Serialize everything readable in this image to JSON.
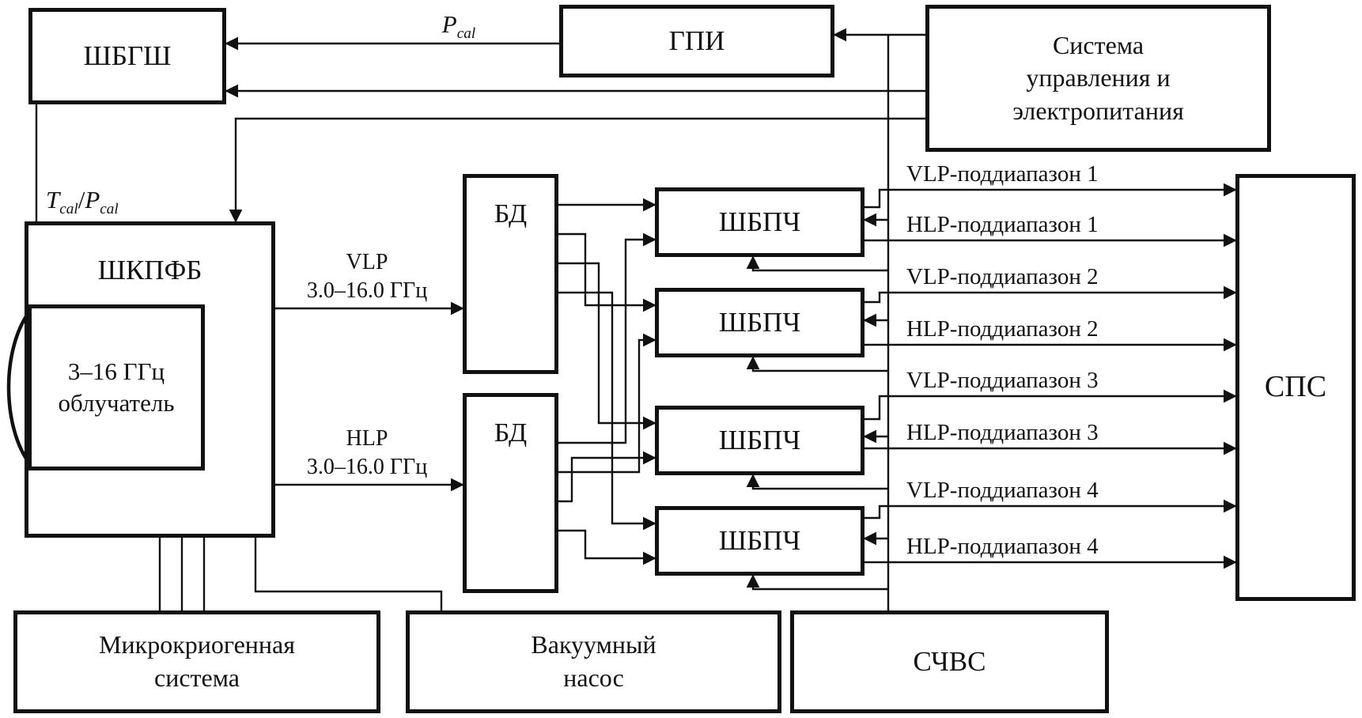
{
  "diagram": {
    "blocks": {
      "shbgsh": "ШБГШ",
      "gpi": "ГПИ",
      "control_system": [
        "Система",
        "управления и",
        "электропитания"
      ],
      "shkpfb": "ШКПФБ",
      "irradiator": [
        "3–16 ГГц",
        "облучатель"
      ],
      "bd_top": "БД",
      "bd_bottom": "БД",
      "shbpch_1": "ШБПЧ",
      "shbpch_2": "ШБПЧ",
      "shbpch_3": "ШБПЧ",
      "shbpch_4": "ШБПЧ",
      "sps": "СПС",
      "cryogenic_system": [
        "Микрокриогенная",
        "система"
      ],
      "vacuum_pump": [
        "Вакуумный",
        "насос"
      ],
      "schvs": "СЧВС"
    },
    "signal_labels": {
      "p_cal": {
        "var": "P",
        "sub": "cal"
      },
      "t_cal_p_cal": {
        "var1": "T",
        "sub1": "cal",
        "sep": "/",
        "var2": "P",
        "sub2": "cal"
      },
      "vlp_feed": [
        "VLP",
        "3.0–16.0 ГГц"
      ],
      "hlp_feed": [
        "HLP",
        "3.0–16.0 ГГц"
      ],
      "outputs": [
        "VLP-поддиапазон 1",
        "HLP-поддиапазон 1",
        "VLP-поддиапазон 2",
        "HLP-поддиапазон 2",
        "VLP-поддиапазон 3",
        "HLP-поддиапазон 3",
        "VLP-поддиапазон 4",
        "HLP-поддиапазон 4"
      ]
    },
    "colors": {
      "line": "#111111",
      "background": "#ffffff",
      "text": "#111111"
    }
  }
}
